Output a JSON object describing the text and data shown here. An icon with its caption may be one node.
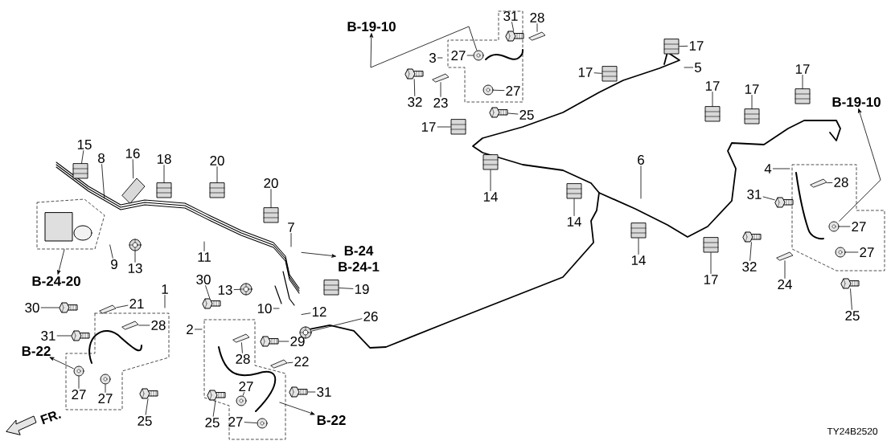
{
  "diagram": {
    "nodes": [
      {
        "text": [
          "B-19-10"
        ]
      },
      {
        "text": [
          "3"
        ]
      },
      {
        "text": [
          "31"
        ]
      },
      {
        "text": [
          "28"
        ]
      },
      {
        "text": [
          "27"
        ]
      },
      {
        "text": [
          "27"
        ]
      },
      {
        "text": [
          "32"
        ]
      },
      {
        "text": [
          "23"
        ]
      },
      {
        "text": [
          "25"
        ]
      },
      {
        "text": [
          "17"
        ]
      },
      {
        "text": [
          "5"
        ]
      },
      {
        "text": [
          "17"
        ]
      },
      {
        "text": [
          "17"
        ]
      },
      {
        "text": [
          "17"
        ]
      },
      {
        "text": [
          "17"
        ]
      },
      {
        "text": [
          "B-19-10"
        ]
      },
      {
        "text": [
          "17"
        ]
      },
      {
        "text": [
          "14"
        ]
      },
      {
        "text": [
          "6"
        ]
      },
      {
        "text": [
          "14"
        ]
      },
      {
        "text": [
          "14"
        ]
      },
      {
        "text": [
          "17"
        ]
      },
      {
        "text": [
          "4"
        ]
      },
      {
        "text": [
          "28"
        ]
      },
      {
        "text": [
          "31"
        ]
      },
      {
        "text": [
          "27"
        ]
      },
      {
        "text": [
          "27"
        ]
      },
      {
        "text": [
          "32"
        ]
      },
      {
        "text": [
          "24"
        ]
      },
      {
        "text": [
          "25"
        ]
      },
      {
        "text": [
          "15"
        ]
      },
      {
        "text": [
          "8"
        ]
      },
      {
        "text": [
          "16"
        ]
      },
      {
        "text": [
          "18"
        ]
      },
      {
        "text": [
          "20"
        ]
      },
      {
        "text": [
          "20"
        ]
      },
      {
        "text": [
          "9"
        ]
      },
      {
        "text": [
          "13"
        ]
      },
      {
        "text": [
          "11"
        ]
      },
      {
        "text": [
          "7"
        ]
      },
      {
        "text": [
          "B-24",
          "B-24-1"
        ]
      },
      {
        "text": [
          "B-24-20"
        ]
      },
      {
        "text": [
          "1"
        ]
      },
      {
        "text": [
          "30"
        ]
      },
      {
        "text": [
          "21"
        ]
      },
      {
        "text": [
          "31"
        ]
      },
      {
        "text": [
          "28"
        ]
      },
      {
        "text": [
          "B-22"
        ]
      },
      {
        "text": [
          "27"
        ]
      },
      {
        "text": [
          "27"
        ]
      },
      {
        "text": [
          "25"
        ]
      },
      {
        "text": [
          "30"
        ]
      },
      {
        "text": [
          "13"
        ]
      },
      {
        "text": [
          "19"
        ]
      },
      {
        "text": [
          "10"
        ]
      },
      {
        "text": [
          "12"
        ]
      },
      {
        "text": [
          "26"
        ]
      },
      {
        "text": [
          "2"
        ]
      },
      {
        "text": [
          "29"
        ]
      },
      {
        "text": [
          "28"
        ]
      },
      {
        "text": [
          "22"
        ]
      },
      {
        "text": [
          "27"
        ]
      },
      {
        "text": [
          "31"
        ]
      },
      {
        "text": [
          "25"
        ]
      },
      {
        "text": [
          "27"
        ]
      },
      {
        "text": [
          "B-22"
        ]
      },
      {
        "text": [],
        "shape": "picture"
      },
      {
        "text": [],
        "shape": "picture"
      },
      {
        "text": [],
        "shape": "picture"
      },
      {
        "text": [],
        "shape": "picture"
      },
      {
        "text": [],
        "shape": "picture"
      },
      {
        "text": [],
        "shape": "picture"
      },
      {
        "text": [],
        "shape": "picture"
      },
      {
        "text": [],
        "shape": "picture"
      },
      {
        "text": [],
        "shape": "picture"
      },
      {
        "text": [],
        "shape": "picture"
      },
      {
        "text": [],
        "shape": "picture"
      },
      {
        "text": [],
        "shape": "picture"
      },
      {
        "text": [],
        "shape": "picture"
      },
      {
        "text": [],
        "shape": "picture"
      },
      {
        "text": [],
        "shape": "picture"
      },
      {
        "text": [],
        "shape": "picture"
      },
      {
        "text": [],
        "shape": "picture"
      },
      {
        "text": [],
        "shape": "picture"
      },
      {
        "text": [],
        "shape": "picture"
      },
      {
        "text": [],
        "shape": "picture"
      },
      {
        "text": [],
        "shape": "picture"
      },
      {
        "text": [],
        "shape": "picture"
      },
      {
        "text": [],
        "shape": "picture"
      },
      {
        "text": [],
        "shape": "picture"
      },
      {
        "text": [],
        "shape": "picture"
      },
      {
        "text": [],
        "shape": "picture"
      },
      {
        "text": [],
        "shape": "picture"
      },
      {
        "text": [],
        "shape": "picture"
      },
      {
        "text": [],
        "shape": "picture"
      },
      {
        "text": [],
        "shape": "picture"
      },
      {
        "text": [],
        "shape": "picture"
      },
      {
        "text": [],
        "shape": "picture"
      },
      {
        "text": [],
        "shape": "picture"
      },
      {
        "text": [],
        "shape": "picture"
      },
      {
        "text": [],
        "shape": "picture"
      },
      {
        "text": [],
        "shape": "picture"
      },
      {
        "text": [],
        "shape": "picture"
      },
      {
        "text": [],
        "shape": "picture"
      },
      {
        "text": [],
        "shape": "picture"
      },
      {
        "text": [],
        "shape": "picture"
      },
      {
        "text": [],
        "shape": "picture"
      },
      {
        "text": [],
        "shape": "picture"
      },
      {
        "text": [],
        "shape": "picture"
      },
      {
        "text": [],
        "shape": "picture"
      },
      {
        "text": [],
        "shape": "picture"
      },
      {
        "text": [],
        "shape": "picture"
      },
      {
        "text": [],
        "shape": "picture"
      },
      {
        "text": [],
        "shape": "picture"
      },
      {
        "text": [],
        "shape": "picture"
      }
    ],
    "edges": [
      {
        "from": 68,
        "to": 0,
        "arrow": "to"
      },
      {
        "from": 1,
        "to": null,
        "arrow": "none"
      },
      {
        "from": 2,
        "to": 66,
        "arrow": "none"
      },
      {
        "from": 3,
        "to": 67,
        "arrow": "none"
      },
      {
        "from": 4,
        "to": 68,
        "arrow": "none"
      },
      {
        "from": 5,
        "to": 69,
        "arrow": "none"
      },
      {
        "from": 6,
        "to": 70,
        "arrow": "none"
      },
      {
        "from": 7,
        "to": 71,
        "arrow": "none"
      },
      {
        "from": 8,
        "to": 72,
        "arrow": "none"
      },
      {
        "from": 9,
        "to": 73,
        "arrow": "none"
      },
      {
        "from": 10,
        "to": null,
        "arrow": "none"
      },
      {
        "from": 11,
        "to": 74,
        "arrow": "none"
      },
      {
        "from": 12,
        "to": 75,
        "arrow": "none"
      },
      {
        "from": 13,
        "to": 76,
        "arrow": "none"
      },
      {
        "from": 14,
        "to": 77,
        "arrow": "none"
      },
      {
        "from": 85,
        "to": 15,
        "arrow": "to"
      },
      {
        "from": 16,
        "to": 78,
        "arrow": "none"
      },
      {
        "from": 17,
        "to": 79,
        "arrow": "none"
      },
      {
        "from": 18,
        "to": null,
        "arrow": "none"
      },
      {
        "from": 19,
        "to": 80,
        "arrow": "none"
      },
      {
        "from": 20,
        "to": 81,
        "arrow": "none"
      },
      {
        "from": 21,
        "to": 82,
        "arrow": "none"
      },
      {
        "from": 22,
        "to": null,
        "arrow": "none"
      },
      {
        "from": 23,
        "to": 83,
        "arrow": "none"
      },
      {
        "from": 24,
        "to": 84,
        "arrow": "none"
      },
      {
        "from": 25,
        "to": 85,
        "arrow": "none"
      },
      {
        "from": 26,
        "to": 86,
        "arrow": "none"
      },
      {
        "from": 27,
        "to": 87,
        "arrow": "none"
      },
      {
        "from": 28,
        "to": 88,
        "arrow": "none"
      },
      {
        "from": 29,
        "to": 89,
        "arrow": "none"
      },
      {
        "from": 30,
        "to": 90,
        "arrow": "none"
      },
      {
        "from": 31,
        "to": null,
        "arrow": "none"
      },
      {
        "from": 32,
        "to": 91,
        "arrow": "none"
      },
      {
        "from": 33,
        "to": 92,
        "arrow": "none"
      },
      {
        "from": 34,
        "to": 93,
        "arrow": "none"
      },
      {
        "from": 35,
        "to": 94,
        "arrow": "none"
      },
      {
        "from": 36,
        "to": null,
        "arrow": "none"
      },
      {
        "from": 37,
        "to": 95,
        "arrow": "none"
      },
      {
        "from": 38,
        "to": null,
        "arrow": "none"
      },
      {
        "from": 39,
        "to": null,
        "arrow": "none"
      },
      {
        "from": null,
        "to": 40,
        "arrow": "to"
      },
      {
        "from": 114,
        "to": 41,
        "arrow": "to"
      },
      {
        "from": 42,
        "to": null,
        "arrow": "none"
      },
      {
        "from": 43,
        "to": 96,
        "arrow": "none"
      },
      {
        "from": 44,
        "to": 97,
        "arrow": "none"
      },
      {
        "from": 45,
        "to": 98,
        "arrow": "none"
      },
      {
        "from": 46,
        "to": 99,
        "arrow": "none"
      },
      {
        "from": 100,
        "to": 47,
        "arrow": "to"
      },
      {
        "from": 48,
        "to": 100,
        "arrow": "none"
      },
      {
        "from": 49,
        "to": 101,
        "arrow": "none"
      },
      {
        "from": 50,
        "to": 102,
        "arrow": "none"
      },
      {
        "from": 51,
        "to": 103,
        "arrow": "none"
      },
      {
        "from": 52,
        "to": 104,
        "arrow": "none"
      },
      {
        "from": 53,
        "to": 105,
        "arrow": "none"
      },
      {
        "from": 54,
        "to": null,
        "arrow": "none"
      },
      {
        "from": 55,
        "to": null,
        "arrow": "none"
      },
      {
        "from": 56,
        "to": 106,
        "arrow": "none"
      },
      {
        "from": 57,
        "to": null,
        "arrow": "none"
      },
      {
        "from": 58,
        "to": 107,
        "arrow": "none"
      },
      {
        "from": 59,
        "to": 108,
        "arrow": "none"
      },
      {
        "from": 60,
        "to": 109,
        "arrow": "none"
      },
      {
        "from": 61,
        "to": 110,
        "arrow": "none"
      },
      {
        "from": 62,
        "to": 111,
        "arrow": "none"
      },
      {
        "from": 63,
        "to": 112,
        "arrow": "none"
      },
      {
        "from": 64,
        "to": 113,
        "arrow": "none"
      },
      {
        "from": null,
        "to": 65,
        "arrow": "to"
      }
    ],
    "labels": [
      "FR.",
      "TY24B2520"
    ]
  }
}
